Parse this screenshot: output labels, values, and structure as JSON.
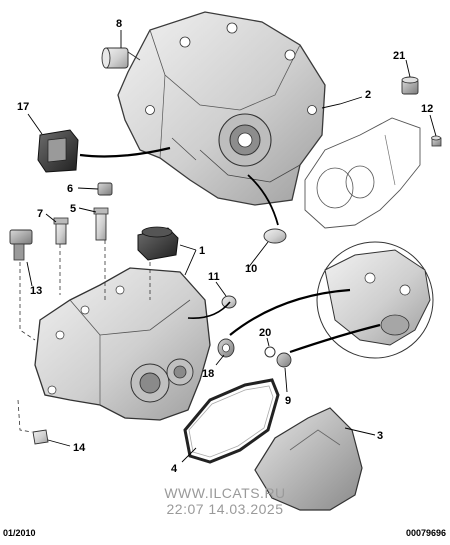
{
  "diagram": {
    "callouts": [
      {
        "id": "c8",
        "text": "8"
      },
      {
        "id": "c21",
        "text": "21"
      },
      {
        "id": "c2",
        "text": "2"
      },
      {
        "id": "c12",
        "text": "12"
      },
      {
        "id": "c17",
        "text": "17"
      },
      {
        "id": "c6",
        "text": "6"
      },
      {
        "id": "c5",
        "text": "5"
      },
      {
        "id": "c7",
        "text": "7"
      },
      {
        "id": "c1",
        "text": "1"
      },
      {
        "id": "c10",
        "text": "10"
      },
      {
        "id": "c11",
        "text": "11"
      },
      {
        "id": "c13",
        "text": "13"
      },
      {
        "id": "c20",
        "text": "20"
      },
      {
        "id": "c18",
        "text": "18"
      },
      {
        "id": "c9",
        "text": "9"
      },
      {
        "id": "c3",
        "text": "3"
      },
      {
        "id": "c4",
        "text": "4"
      },
      {
        "id": "c14",
        "text": "14"
      }
    ]
  },
  "watermark": {
    "line1": "WWW.ILCATS.RU",
    "line2": "22:07 14.03.2025"
  },
  "footer": {
    "left": "01/2010",
    "right": "00079696"
  }
}
